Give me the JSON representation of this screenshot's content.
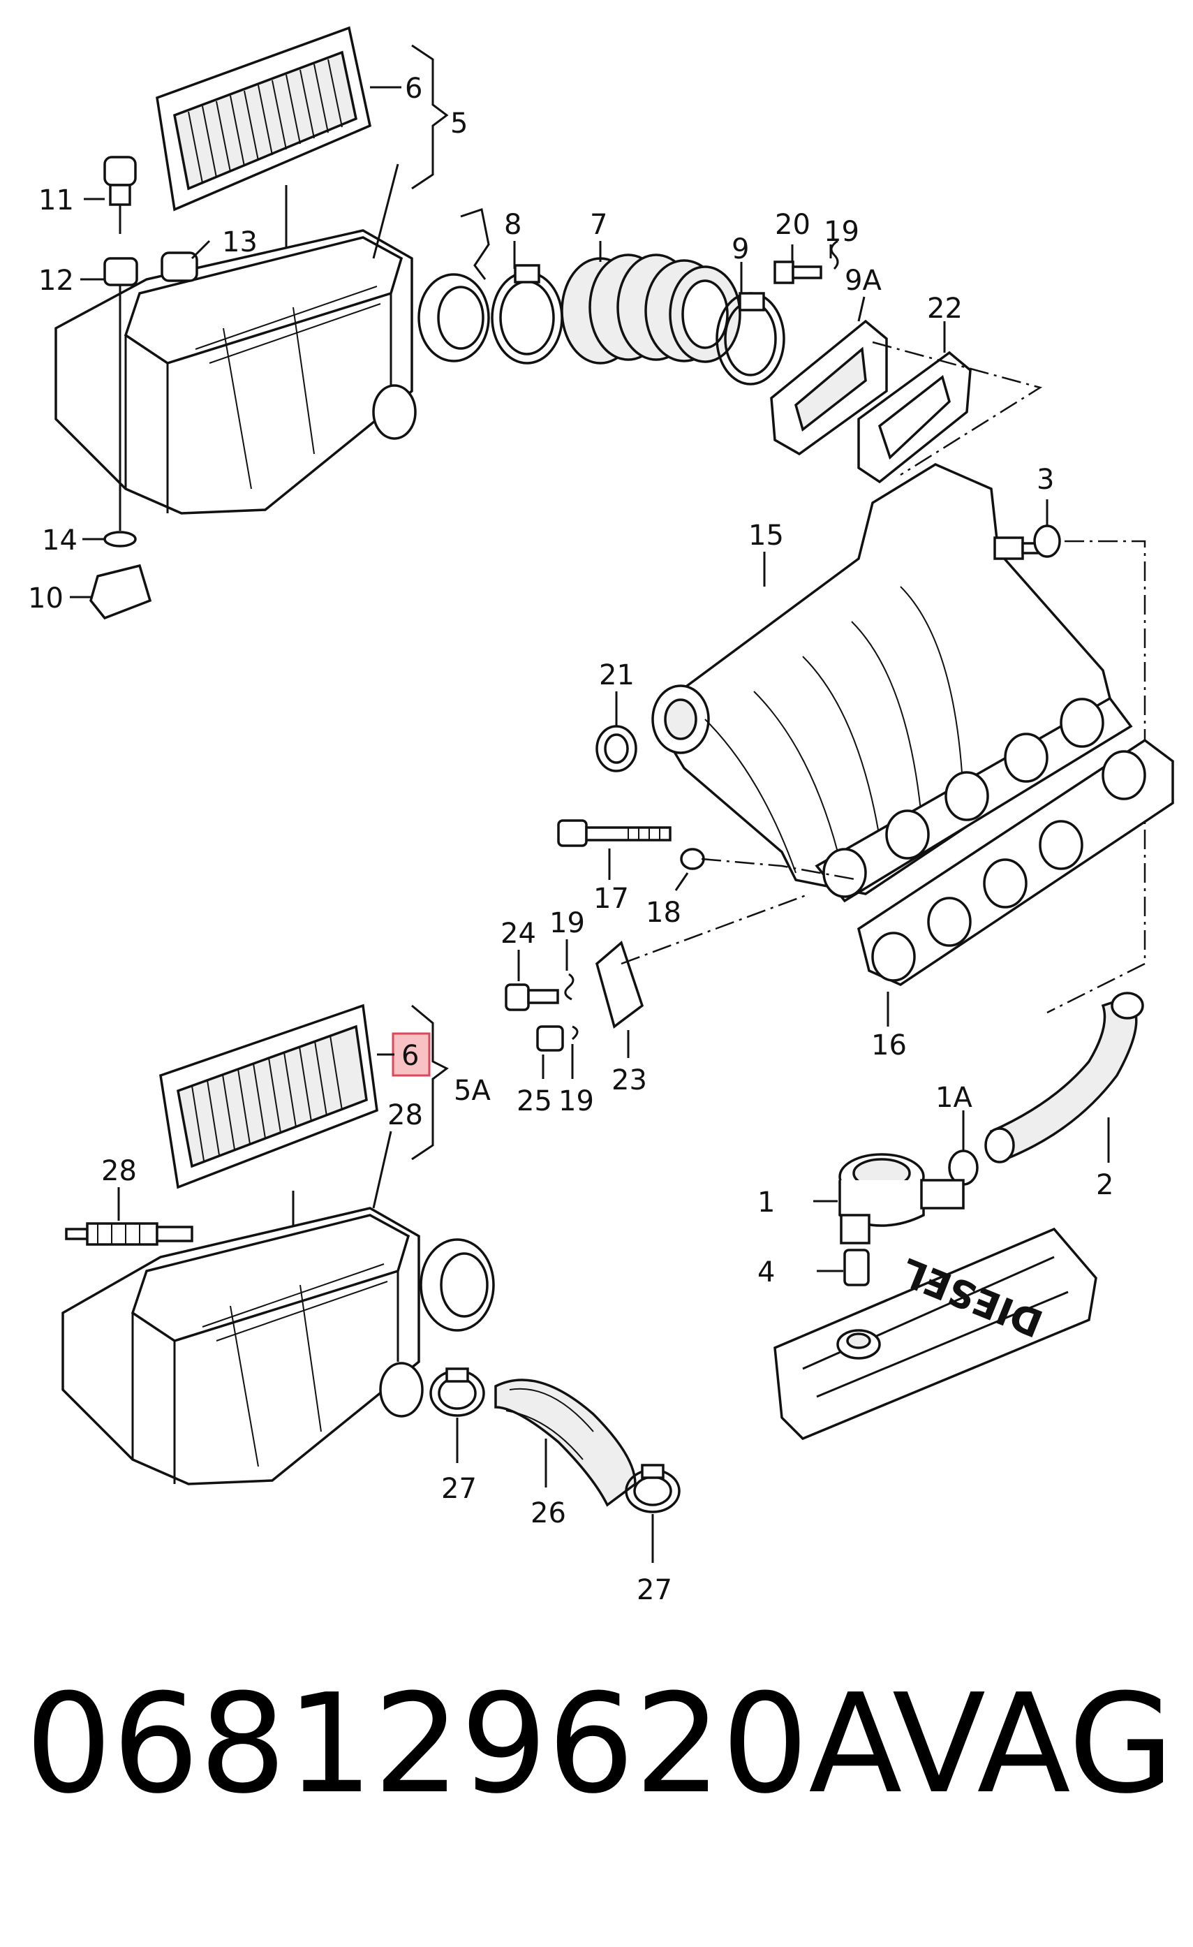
{
  "diagram": {
    "highlight_color": "#e0465a",
    "labels": {
      "l1": "1",
      "l1A": "1A",
      "l2": "2",
      "l3": "3",
      "l4": "4",
      "l5": "5",
      "l5A": "5A",
      "l6_top": "6",
      "l6_bottom": "6",
      "l7": "7",
      "l8": "8",
      "l9": "9",
      "l9A": "9A",
      "l10": "10",
      "l11": "11",
      "l12": "12",
      "l13": "13",
      "l14": "14",
      "l15": "15",
      "l16": "16",
      "l17": "17",
      "l18": "18",
      "l19_a": "19",
      "l19_b": "19",
      "l19_c": "19",
      "l20": "20",
      "l21": "21",
      "l22": "22",
      "l23": "23",
      "l24": "24",
      "l25": "25",
      "l26": "26",
      "l27_a": "27",
      "l27_b": "27",
      "l28_a": "28",
      "l28_b": "28",
      "valve_cover_text": "DIESEL"
    }
  },
  "footer": {
    "part_number": "068129620A",
    "brand": "VAG"
  }
}
